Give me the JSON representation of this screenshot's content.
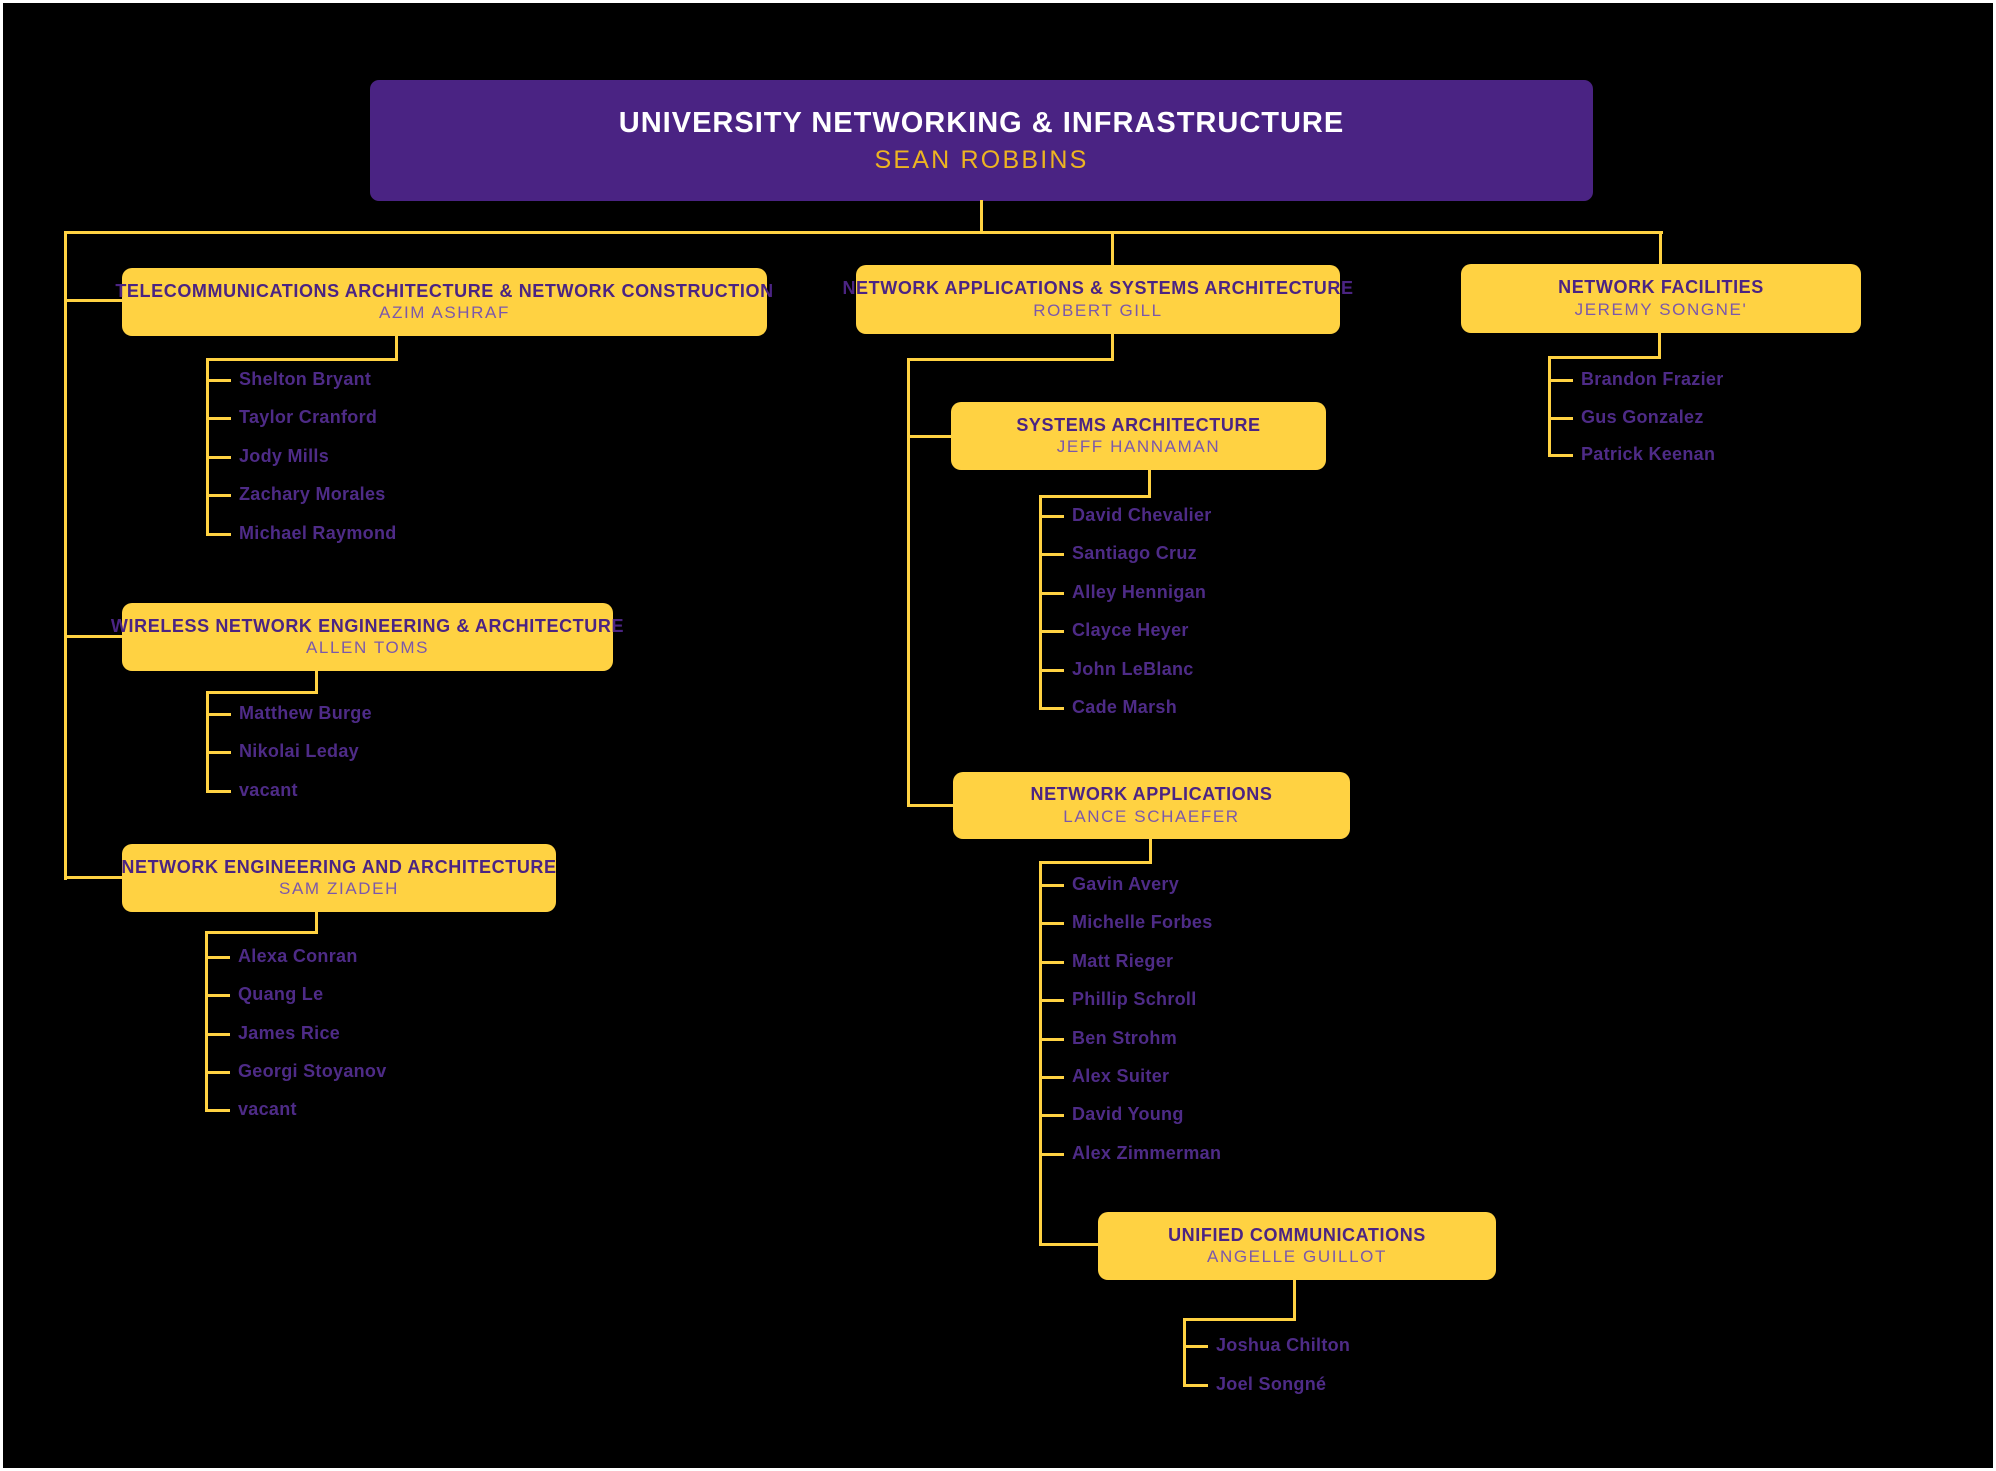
{
  "chart_title": "University Networking & Infrastructure Org Chart",
  "root": {
    "title": "UNIVERSITY NETWORKING & INFRASTRUCTURE",
    "name": "SEAN ROBBINS"
  },
  "departments": [
    {
      "title": "TELECOMMUNICATIONS ARCHITECTURE & NETWORK CONSTRUCTION",
      "name": "AZIM ASHRAF",
      "members": [
        "Shelton Bryant",
        "Taylor Cranford",
        "Jody Mills",
        "Zachary Morales",
        "Michael Raymond"
      ]
    },
    {
      "title": "WIRELESS NETWORK ENGINEERING & ARCHITECTURE",
      "name": "ALLEN TOMS",
      "members": [
        "Matthew Burge",
        "Nikolai Leday",
        "vacant"
      ]
    },
    {
      "title": "NETWORK ENGINEERING AND ARCHITECTURE",
      "name": "SAM ZIADEH",
      "members": [
        "Alexa Conran",
        "Quang Le",
        "James Rice",
        "Georgi Stoyanov",
        "vacant"
      ]
    },
    {
      "title": "NETWORK APPLICATIONS & SYSTEMS ARCHITECTURE",
      "name": "ROBERT GILL",
      "members": []
    },
    {
      "title": "SYSTEMS ARCHITECTURE",
      "name": "JEFF HANNAMAN",
      "members": [
        "David Chevalier",
        "Santiago Cruz",
        "Alley Hennigan",
        "Clayce Heyer",
        "John LeBlanc",
        "Cade Marsh"
      ]
    },
    {
      "title": "NETWORK APPLICATIONS",
      "name": "LANCE SCHAEFER",
      "members": [
        "Gavin Avery",
        "Michelle Forbes",
        "Matt Rieger",
        "Phillip Schroll",
        "Ben Strohm",
        "Alex Suiter",
        "David Young",
        "Alex Zimmerman"
      ]
    },
    {
      "title": "UNIFIED COMMUNICATIONS",
      "name": "ANGELLE GUILLOT",
      "members": [
        "Joshua Chilton",
        "Joel Songné"
      ]
    },
    {
      "title": "NETWORK FACILITIES",
      "name": "JEREMY SONGNE'",
      "members": [
        "Brandon Frazier",
        "Gus Gonzalez",
        "Patrick Keenan"
      ]
    }
  ],
  "colors": {
    "background": "#000000",
    "frame": "#ffffff",
    "root_box_purple": "#4a2383",
    "accent_yellow": "#ffd242",
    "title_purple": "#4b2483",
    "person_purple": "#7b58ab",
    "member_purple": "#4e2b87",
    "root_name_gold": "#edb421"
  }
}
